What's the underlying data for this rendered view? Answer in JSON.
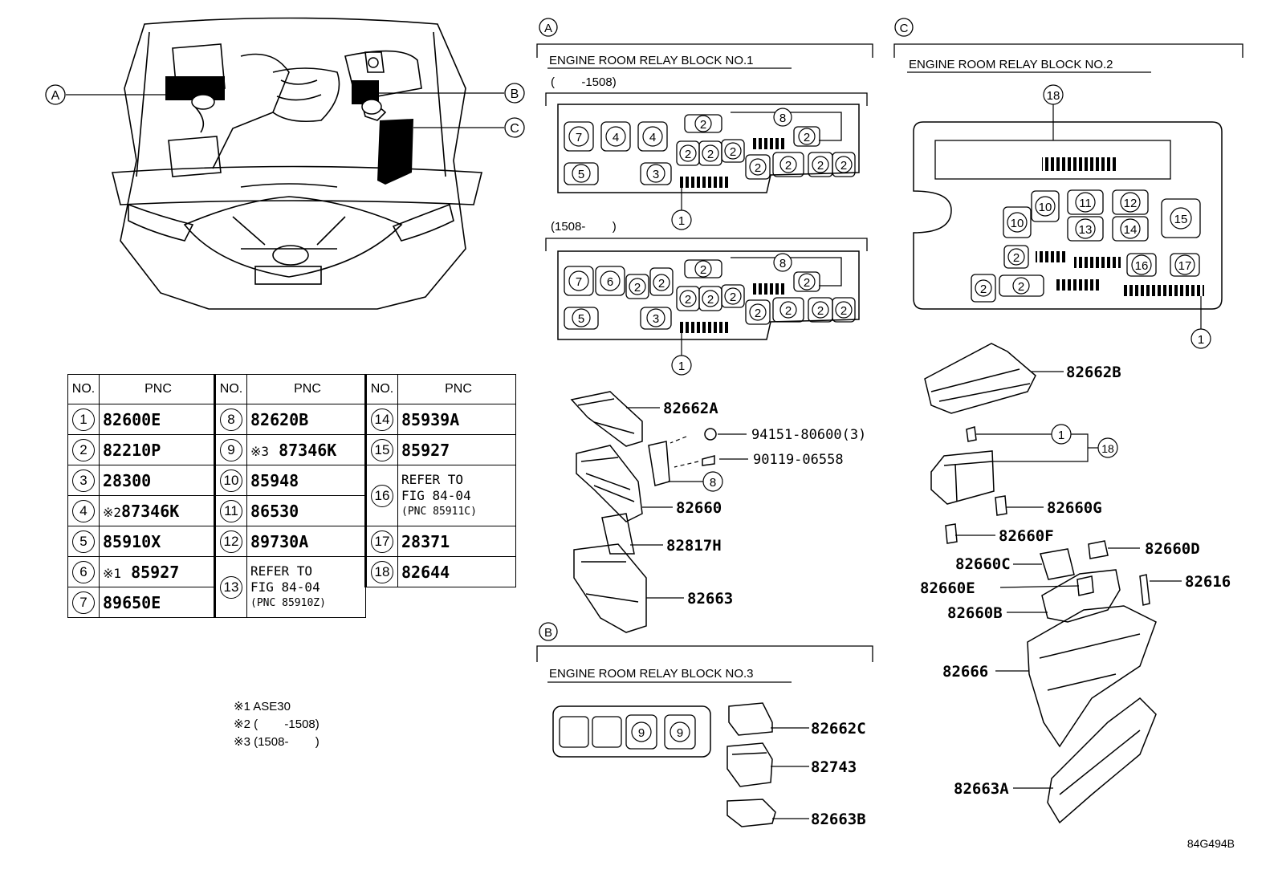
{
  "callouts": [
    "A",
    "B",
    "C"
  ],
  "section_a": {
    "letter": "A",
    "title": "ENGINE ROOM RELAY BLOCK NO.1",
    "range_1": "(        -1508)",
    "range_2": "(1508-        )"
  },
  "section_b": {
    "letter": "B",
    "title": "ENGINE ROOM RELAY BLOCK NO.3"
  },
  "section_c": {
    "letter": "C",
    "title": "ENGINE ROOM RELAY BLOCK NO.2"
  },
  "table": {
    "headers": [
      "NO.",
      "PNC",
      "NO.",
      "PNC",
      "NO.",
      "PNC"
    ],
    "col1": [
      {
        "no": "1",
        "pnc": "82600E"
      },
      {
        "no": "2",
        "pnc": "82210P"
      },
      {
        "no": "3",
        "pnc": "28300"
      },
      {
        "no": "4",
        "mark": "※2",
        "pnc": "87346K"
      },
      {
        "no": "5",
        "pnc": "85910X"
      },
      {
        "no": "6",
        "mark": "※1",
        "pnc": "85927"
      },
      {
        "no": "7",
        "pnc": "89650E"
      }
    ],
    "col2": [
      {
        "no": "8",
        "pnc": "82620B"
      },
      {
        "no": "9",
        "mark": "※3",
        "pnc": "87346K"
      },
      {
        "no": "10",
        "pnc": "85948"
      },
      {
        "no": "11",
        "pnc": "86530"
      },
      {
        "no": "12",
        "pnc": "89730A"
      },
      {
        "no": "13",
        "ref1": "REFER TO",
        "ref2": "FIG 84-04",
        "ref3": "(PNC 85910Z)"
      }
    ],
    "col3": [
      {
        "no": "14",
        "pnc": "85939A"
      },
      {
        "no": "15",
        "pnc": "85927"
      },
      {
        "no": "16",
        "ref1": "REFER TO",
        "ref2": "FIG 84-04",
        "ref3": "(PNC 85911C)"
      },
      {
        "no": "17",
        "pnc": "28371"
      },
      {
        "no": "18",
        "pnc": "82644"
      }
    ]
  },
  "notes": [
    "※1 ASE30",
    "※2 (        -1508)",
    "※3 (1508-        )"
  ],
  "parts_a": [
    "82662A",
    "94151-80600(3)",
    "90119-06558",
    "82660",
    "82817H",
    "82663"
  ],
  "parts_b": [
    "82662C",
    "82743",
    "82663B"
  ],
  "parts_c": [
    "82662B",
    "82660G",
    "82660F",
    "82660C",
    "82660D",
    "82660E",
    "82616",
    "82660B",
    "82666",
    "82663A"
  ],
  "diagram_id": "84G494B",
  "block_numbers": {
    "one": "1",
    "two": "2",
    "three": "3",
    "four": "4",
    "five": "5",
    "six": "6",
    "seven": "7",
    "eight": "8",
    "nine": "9",
    "ten": "10",
    "eleven": "11",
    "twelve": "12",
    "thirteen": "13",
    "fourteen": "14",
    "fifteen": "15",
    "sixteen": "16",
    "seventeen": "17",
    "eighteen": "18"
  }
}
